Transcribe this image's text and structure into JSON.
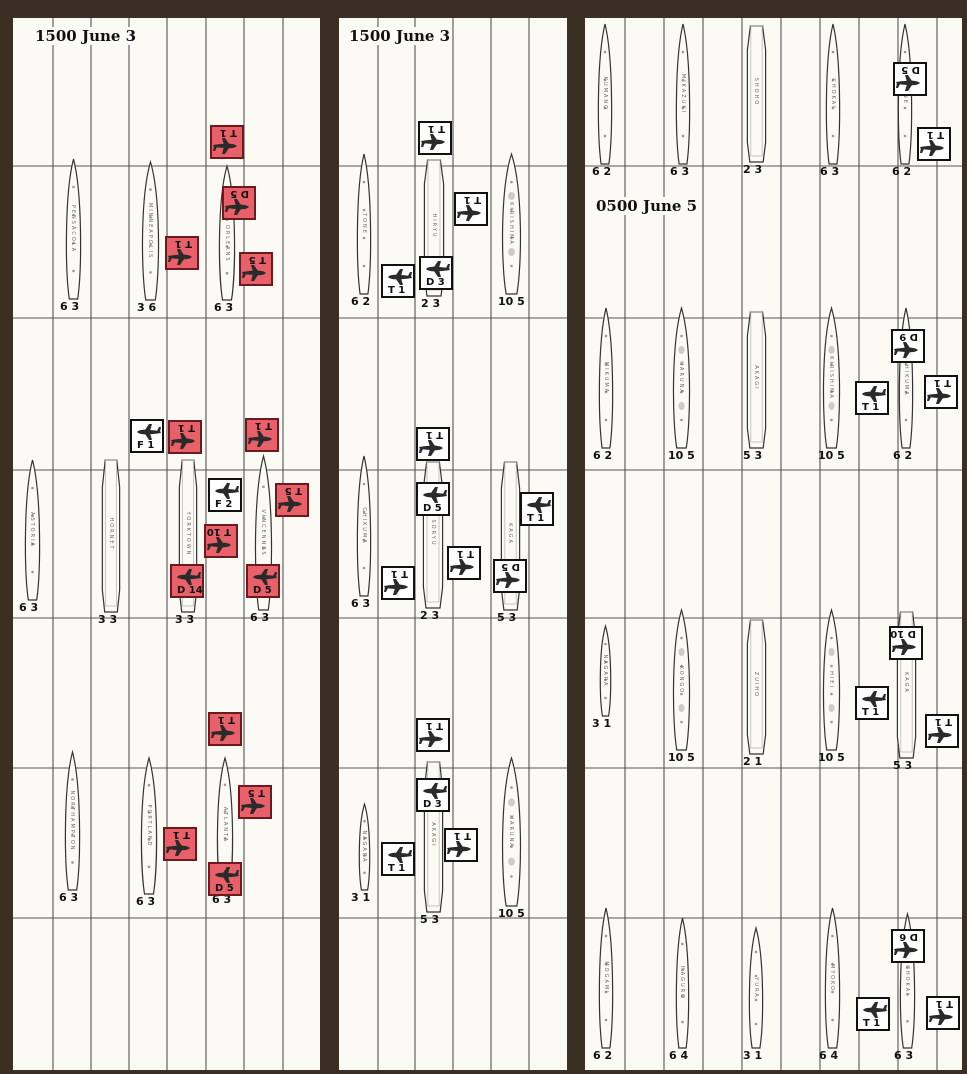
{
  "colors": {
    "board_border": "#3b2e23",
    "panel": "#fbfaf4",
    "grid_line": "#555555",
    "us_counter": "#e8606a",
    "jp_counter": "#ffffff"
  },
  "panels": [
    {
      "title": "1500 June 3",
      "ships": [
        {
          "name": "PENSACOLA",
          "kind": "cruiser",
          "stats": "6 3"
        },
        {
          "name": "MINNEAPOLIS",
          "kind": "cruiser",
          "stats": "3 6"
        },
        {
          "name": "NEW ORLEANS",
          "kind": "cruiser",
          "stats": "6 3"
        },
        {
          "name": "ASTORIA",
          "kind": "cruiser",
          "stats": "6 3"
        },
        {
          "name": "HORNET",
          "kind": "carrier",
          "stats": "3 3"
        },
        {
          "name": "YORKTOWN",
          "kind": "carrier",
          "stats": "3 3"
        },
        {
          "name": "VINCENNES",
          "kind": "cruiser",
          "stats": "6 3"
        },
        {
          "name": "NORTHAMPTON",
          "kind": "cruiser",
          "stats": "6 3"
        },
        {
          "name": "PORTLAND",
          "kind": "cruiser",
          "stats": "6 3"
        },
        {
          "name": "ATLANTA",
          "kind": "cruiser",
          "stats": "6 3"
        }
      ],
      "counters": [
        {
          "side": "us",
          "text": "T 1",
          "flip": true
        },
        {
          "side": "us",
          "text": "D 5",
          "flip": true
        },
        {
          "side": "us",
          "text": "T 1",
          "flip": true
        },
        {
          "side": "us",
          "text": "T 5",
          "flip": true
        },
        {
          "side": "jp",
          "text": "F 1",
          "flip": false
        },
        {
          "side": "us",
          "text": "T 1",
          "flip": true
        },
        {
          "side": "us",
          "text": "T 1",
          "flip": true
        },
        {
          "side": "jp",
          "text": "F 2",
          "flip": false
        },
        {
          "side": "us",
          "text": "T 5",
          "flip": true
        },
        {
          "side": "us",
          "text": "T 10",
          "flip": true
        },
        {
          "side": "us",
          "text": "D 14",
          "flip": false
        },
        {
          "side": "us",
          "text": "D 5",
          "flip": false
        },
        {
          "side": "us",
          "text": "T 1",
          "flip": true
        },
        {
          "side": "us",
          "text": "T 5",
          "flip": true
        },
        {
          "side": "us",
          "text": "T 1",
          "flip": true
        },
        {
          "side": "us",
          "text": "D 5",
          "flip": false
        }
      ]
    },
    {
      "title": "1500 June 3",
      "ships": [
        {
          "name": "TONE",
          "kind": "cruiser",
          "stats": "6 2"
        },
        {
          "name": "HIRYU",
          "kind": "carrier",
          "stats": "2 3"
        },
        {
          "name": "KIRISHIMA",
          "kind": "battleship",
          "stats": "10 5"
        },
        {
          "name": "CHIKUMA",
          "kind": "cruiser",
          "stats": "6 3"
        },
        {
          "name": "SORYU",
          "kind": "carrier",
          "stats": "2 3"
        },
        {
          "name": "KAGA",
          "kind": "carrier",
          "stats": "5 3"
        },
        {
          "name": "NAGARA",
          "kind": "cruiser",
          "stats": "3 1"
        },
        {
          "name": "AKAGI",
          "kind": "carrier",
          "stats": "5 3"
        },
        {
          "name": "HARUNA",
          "kind": "battleship",
          "stats": "10 5"
        }
      ],
      "counters": [
        {
          "side": "jp",
          "text": "T 1",
          "flip": true
        },
        {
          "side": "jp",
          "text": "T 1",
          "flip": true
        },
        {
          "side": "jp",
          "text": "T 1",
          "flip": false
        },
        {
          "side": "jp",
          "text": "D 3",
          "flip": false
        },
        {
          "side": "jp",
          "text": "T 1",
          "flip": true
        },
        {
          "side": "jp",
          "text": "D 5",
          "flip": false
        },
        {
          "side": "jp",
          "text": "T 1",
          "flip": true
        },
        {
          "side": "jp",
          "text": "T 1",
          "flip": true
        },
        {
          "side": "jp",
          "text": "D 5",
          "flip": true
        },
        {
          "side": "jp",
          "text": "T 1",
          "flip": false
        },
        {
          "side": "jp",
          "text": "T 1",
          "flip": true
        },
        {
          "side": "jp",
          "text": "D 3",
          "flip": false
        },
        {
          "side": "jp",
          "text": "T 1",
          "flip": true
        },
        {
          "side": "jp",
          "text": "T 1",
          "flip": false
        }
      ]
    },
    {
      "title": "0500 June 5",
      "ships": [
        {
          "name": "KUMANO",
          "kind": "cruiser",
          "stats": "6 2"
        },
        {
          "name": "MIKAZUKI",
          "kind": "cruiser",
          "stats": "6 3"
        },
        {
          "name": "SHOHO",
          "kind": "carrier",
          "stats": "2 3"
        },
        {
          "name": "CHOKAI",
          "kind": "cruiser",
          "stats": "6 3"
        },
        {
          "name": "TONE",
          "kind": "cruiser",
          "stats": "6 2"
        },
        {
          "name": "MIKUMA",
          "kind": "cruiser",
          "stats": "6 2"
        },
        {
          "name": "HARUNA",
          "kind": "battleship",
          "stats": "10 5"
        },
        {
          "name": "AKAGI",
          "kind": "carrier",
          "stats": "5 3"
        },
        {
          "name": "KIRISHIMA",
          "kind": "battleship",
          "stats": "10 5"
        },
        {
          "name": "CHIKUMA",
          "kind": "cruiser",
          "stats": "6 2"
        },
        {
          "name": "NAGARA",
          "kind": "cruiser",
          "stats": "3 1"
        },
        {
          "name": "KONGO",
          "kind": "battleship",
          "stats": "10 5"
        },
        {
          "name": "ZUIHO",
          "kind": "carrier",
          "stats": "2 1"
        },
        {
          "name": "HIEI",
          "kind": "battleship",
          "stats": "10 5"
        },
        {
          "name": "KAGA",
          "kind": "carrier",
          "stats": "5 3"
        },
        {
          "name": "MOGAMI",
          "kind": "cruiser",
          "stats": "6 2"
        },
        {
          "name": "HAGURO",
          "kind": "cruiser",
          "stats": "6 4"
        },
        {
          "name": "YURA",
          "kind": "cruiser",
          "stats": "3 1"
        },
        {
          "name": "MYOKO",
          "kind": "cruiser",
          "stats": "6 4"
        },
        {
          "name": "CHOKAI",
          "kind": "cruiser",
          "stats": "6 3"
        }
      ],
      "counters": [
        {
          "side": "jp",
          "text": "D 5",
          "flip": true
        },
        {
          "side": "jp",
          "text": "T 1",
          "flip": true
        },
        {
          "side": "jp",
          "text": "D 9",
          "flip": true
        },
        {
          "side": "jp",
          "text": "T 1",
          "flip": false
        },
        {
          "side": "jp",
          "text": "T 1",
          "flip": true
        },
        {
          "side": "jp",
          "text": "D 10",
          "flip": true
        },
        {
          "side": "jp",
          "text": "T 1",
          "flip": false
        },
        {
          "side": "jp",
          "text": "T 1",
          "flip": true
        },
        {
          "side": "jp",
          "text": "D 6",
          "flip": true
        },
        {
          "side": "jp",
          "text": "T 1",
          "flip": false
        },
        {
          "side": "jp",
          "text": "T 1",
          "flip": true
        }
      ]
    }
  ]
}
